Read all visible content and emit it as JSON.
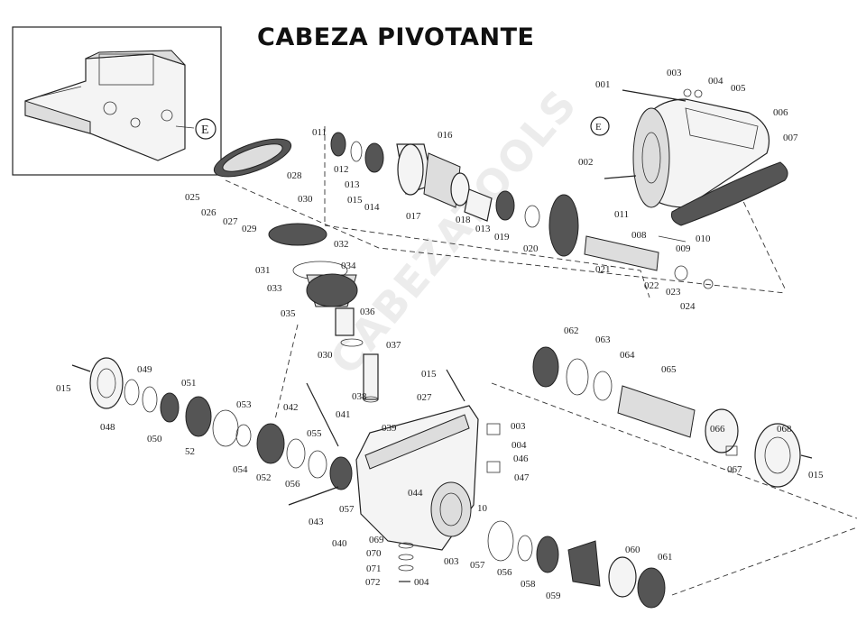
{
  "title": "CABEZA PIVOTANTE",
  "watermark": "CABEZATOOLS",
  "view_marker": "E",
  "labels": [
    {
      "id": "001",
      "text": "001"
    },
    {
      "id": "002",
      "text": "002"
    },
    {
      "id": "003a",
      "text": "003"
    },
    {
      "id": "004a",
      "text": "004"
    },
    {
      "id": "005",
      "text": "005"
    },
    {
      "id": "006",
      "text": "006"
    },
    {
      "id": "007",
      "text": "007"
    },
    {
      "id": "008",
      "text": "008"
    },
    {
      "id": "009",
      "text": "009"
    },
    {
      "id": "010a",
      "text": "010"
    },
    {
      "id": "011a",
      "text": "011"
    },
    {
      "id": "011b",
      "text": "011"
    },
    {
      "id": "012",
      "text": "012"
    },
    {
      "id": "013a",
      "text": "013"
    },
    {
      "id": "014a",
      "text": "014"
    },
    {
      "id": "015a",
      "text": "015"
    },
    {
      "id": "016",
      "text": "016"
    },
    {
      "id": "017a",
      "text": "017"
    },
    {
      "id": "018",
      "text": "018"
    },
    {
      "id": "013b",
      "text": "013"
    },
    {
      "id": "019",
      "text": "019"
    },
    {
      "id": "020",
      "text": "020"
    },
    {
      "id": "021a",
      "text": "021"
    },
    {
      "id": "022",
      "text": "022"
    },
    {
      "id": "023",
      "text": "023"
    },
    {
      "id": "024",
      "text": "024"
    },
    {
      "id": "025",
      "text": "025"
    },
    {
      "id": "026",
      "text": "026"
    },
    {
      "id": "027a",
      "text": "027"
    },
    {
      "id": "028",
      "text": "028"
    },
    {
      "id": "029",
      "text": "029"
    },
    {
      "id": "030a",
      "text": "030"
    },
    {
      "id": "031a",
      "text": "031"
    },
    {
      "id": "032",
      "text": "032"
    },
    {
      "id": "033",
      "text": "033"
    },
    {
      "id": "034",
      "text": "034"
    },
    {
      "id": "035",
      "text": "035"
    },
    {
      "id": "036",
      "text": "036"
    },
    {
      "id": "030b",
      "text": "030"
    },
    {
      "id": "037",
      "text": "037"
    },
    {
      "id": "038",
      "text": "038"
    },
    {
      "id": "027b",
      "text": "027"
    },
    {
      "id": "015b",
      "text": "015"
    },
    {
      "id": "042",
      "text": "042"
    },
    {
      "id": "041",
      "text": "041"
    },
    {
      "id": "039",
      "text": "039"
    },
    {
      "id": "003b",
      "text": "003"
    },
    {
      "id": "004b",
      "text": "004"
    },
    {
      "id": "046",
      "text": "046"
    },
    {
      "id": "047",
      "text": "047"
    },
    {
      "id": "044",
      "text": "044"
    },
    {
      "id": "010b",
      "text": "10"
    },
    {
      "id": "015c",
      "text": "015"
    },
    {
      "id": "048",
      "text": "048"
    },
    {
      "id": "049",
      "text": "049"
    },
    {
      "id": "050",
      "text": "050"
    },
    {
      "id": "051",
      "text": "051"
    },
    {
      "id": "052a",
      "text": "52"
    },
    {
      "id": "053",
      "text": "053"
    },
    {
      "id": "054",
      "text": "054"
    },
    {
      "id": "052b",
      "text": "052"
    },
    {
      "id": "055",
      "text": "055"
    },
    {
      "id": "056a",
      "text": "056"
    },
    {
      "id": "057a",
      "text": "057"
    },
    {
      "id": "043",
      "text": "043"
    },
    {
      "id": "040",
      "text": "040"
    },
    {
      "id": "069",
      "text": "069"
    },
    {
      "id": "070",
      "text": "070"
    },
    {
      "id": "071",
      "text": "071"
    },
    {
      "id": "072",
      "text": "072"
    },
    {
      "id": "003c",
      "text": "003"
    },
    {
      "id": "004c",
      "text": "004"
    },
    {
      "id": "057b",
      "text": "057"
    },
    {
      "id": "056b",
      "text": "056"
    },
    {
      "id": "058",
      "text": "058"
    },
    {
      "id": "059",
      "text": "059"
    },
    {
      "id": "060",
      "text": "060"
    },
    {
      "id": "061",
      "text": "061"
    },
    {
      "id": "062",
      "text": "062"
    },
    {
      "id": "063",
      "text": "063"
    },
    {
      "id": "064",
      "text": "064"
    },
    {
      "id": "065",
      "text": "065"
    },
    {
      "id": "066",
      "text": "066"
    },
    {
      "id": "067",
      "text": "067"
    },
    {
      "id": "068",
      "text": "068"
    },
    {
      "id": "015d",
      "text": "015"
    }
  ]
}
